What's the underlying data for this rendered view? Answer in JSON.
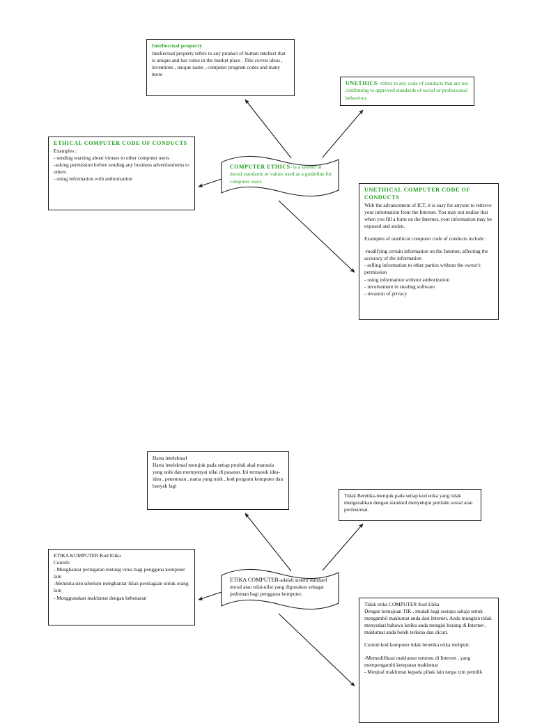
{
  "document": {
    "title": "Computer Ethics Concept Map",
    "background_color": "#ffffff",
    "accent_color": "#1e9e1e",
    "line_color": "#1a1a1a"
  },
  "diagram_en": {
    "center": {
      "lead": "COMPUTER ETHICS",
      "text": "- is a system of moral standards or values used as a guideline for computer users."
    },
    "intellectual_property": {
      "title": "Intellectual property",
      "body": "Intellectual property refers to any product of human intellect that is unique and has value in the market place . This covers ideas , inventions , unique name , computer program codes and many more"
    },
    "unethics": {
      "lead": "UNETHICS",
      "text": "- refers to any code of conducts that are not confirming to approved standards of social or professional behaviour."
    },
    "ethical_code": {
      "title": "ETHICAL COMPUTER CODE OF CONDUCTS",
      "body": "Examples :\n- sending warning about viruses to other computer users\n-asking permission before sending any business advertisements to others\n- using information with authorization"
    },
    "unethical_code": {
      "title": "UNETHICAL COMPUTER CODE OF CONDUCTS",
      "body": "With the advancement of ICT, it is easy for anyone to retrieve your information from the Internet. You may not realise that when you fill a form on the Internet, your information may be exposed and stolen.",
      "body2": "Examples of unethical computer code of conducts include :",
      "body3": "-modifying certain information on the Internet, affecting the accuracy of the information\n- selling information to other parties without the owner's permission\n- using information without authorization\n- involvement in stealing software\n- invasion of privacy"
    }
  },
  "diagram_ms": {
    "center": {
      "lead": "ETIKA COMPUTER",
      "text": "-adalah sistem standard moral atau nilai-nilai yang digunakan sebagai pedoman bagi pengguna komputer."
    },
    "harta_intelektual": {
      "title": "Harta intelektual",
      "body": "Harta intelektual merujuk pada setiap produk akal manusia yang unik dan mempunyai nilai di pasaran. Ini termasuk idea-idea , penemuan , nama yang unik , kod program komputer dan banyak lagi"
    },
    "tidak_beretika": {
      "text": "Tidak Beretika-merujuk pada setiap kod etika yang tidak mengesahkan dengan standard menyetujui perilaku sosial atau profesional."
    },
    "etika_komputer_kod": {
      "title": "ETIKA KOMPUTER Kod Etika",
      "body": "Contoh:\n-  Menghantar peringatan tentang virus bagi pengguna komputer lain\n-Meminta izin sebelum menghantar iklan perniagaan untuk orang lain\n-  Menggunakan maklumat dengan kebenaran"
    },
    "tidak_etika_kod": {
      "title": "Tidak etika COMPUTER Kod Etika",
      "body": "Dengan kemajuan TIK , mudah bagi sesiapa sahaja untuk mengambil maklumat anda dari Internet. Anda mungkin tidak menyedari bahawa ketika anda mengisi borang di Internet , maklumat anda boleh terkena dan dicuri.",
      "body2": "Contoh kod komputer tidak beretika etika meliputi:",
      "body3": "-Memodifikasi maklumat tertentu di Internet , yang mempengaruhi ketepatan maklumat\n- Menjual maklumat kepada pihak lain tanpa izin pemilik"
    }
  }
}
